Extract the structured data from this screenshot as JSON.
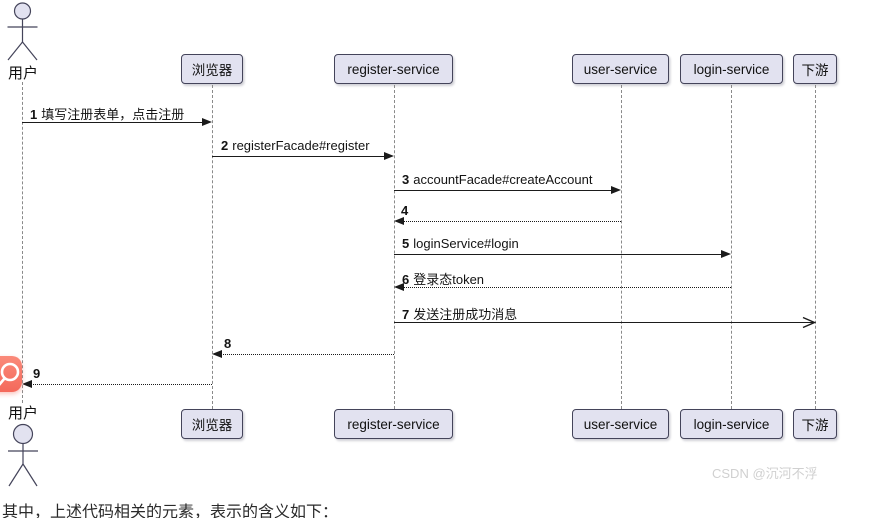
{
  "diagram": {
    "type": "sequence",
    "participants": [
      {
        "id": "user",
        "kind": "actor",
        "label": "用户"
      },
      {
        "id": "browser",
        "kind": "box",
        "label": "浏览器"
      },
      {
        "id": "register-service",
        "kind": "box",
        "label": "register-service"
      },
      {
        "id": "user-service",
        "kind": "box",
        "label": "user-service"
      },
      {
        "id": "login-service",
        "kind": "box",
        "label": "login-service"
      },
      {
        "id": "downstream",
        "kind": "box",
        "label": "下游"
      }
    ],
    "messages": [
      {
        "num": "1",
        "text": "填写注册表单，点击注册",
        "from": "用户",
        "to": "浏览器",
        "line": "solid",
        "head": "filled"
      },
      {
        "num": "2",
        "text": "registerFacade#register",
        "from": "浏览器",
        "to": "register-service",
        "line": "solid",
        "head": "filled"
      },
      {
        "num": "3",
        "text": "accountFacade#createAccount",
        "from": "register-service",
        "to": "user-service",
        "line": "solid",
        "head": "filled"
      },
      {
        "num": "4",
        "text": "",
        "from": "user-service",
        "to": "register-service",
        "line": "dotted",
        "head": "filled"
      },
      {
        "num": "5",
        "text": "loginService#login",
        "from": "register-service",
        "to": "login-service",
        "line": "solid",
        "head": "filled"
      },
      {
        "num": "6",
        "text": "登录态token",
        "from": "login-service",
        "to": "register-service",
        "line": "dotted",
        "head": "filled"
      },
      {
        "num": "7",
        "text": "发送注册成功消息",
        "from": "register-service",
        "to": "下游",
        "line": "solid",
        "head": "open"
      },
      {
        "num": "8",
        "text": "",
        "from": "register-service",
        "to": "浏览器",
        "line": "dotted",
        "head": "filled"
      },
      {
        "num": "9",
        "text": "",
        "from": "浏览器",
        "to": "用户",
        "line": "dotted",
        "head": "filled"
      }
    ],
    "colors": {
      "box_fill": "#E2E2F0",
      "box_border": "#44445A",
      "arrow": "#1B1B1B",
      "lifeline": "#8A8A8A"
    }
  },
  "overlay": {
    "float_button_color": "#F4695B",
    "float_button_icon": "magnifier"
  },
  "watermark": "CSDN @沉河不浮",
  "footer_text": "其中，上述代码相关的元素，表示的含义如下："
}
